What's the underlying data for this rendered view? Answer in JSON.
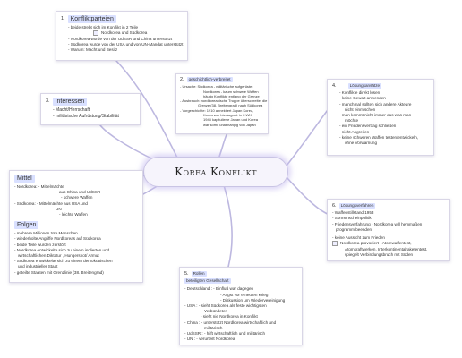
{
  "center_title": "Korea Konflikt",
  "colors": {
    "highlight": "#d9e0ff",
    "connector": "#bdb8e0",
    "glow": "#c9c4e4"
  },
  "konfliktparteien": {
    "number": "1.",
    "title": "Konfliktparteien",
    "lines": [
      "- beide strebt sich im Konflikt in 2 Teile",
      "Nordkorea und Südkorea",
      "- Nordkorea wurde von der UdSSR und China unterstützt",
      "- Südkorea wurde von der USA und von UN-Mandat unterstützt",
      "- Warum: Macht und Besitz"
    ]
  },
  "geschichte": {
    "number": "2.",
    "title": "geschichtlich-verbreitet",
    "lines": [
      "- Ursache: Südkorea - militärische aufgerüstet",
      "Nordkorea - kaum schwere Waffen",
      "häufig Konflikte entlang der Grenze",
      "- Ausbrauch: nordkoreanische Truppe überschreitet die",
      "Grenze (38. Breitengrad) nach Südkorea",
      "- Vorgeschichte: 1910 annektiert Japan Korea,",
      "Korea war bis August. in 2.WK",
      "1945 kapitulierte Japan und Korea",
      "war somit unabhängig von Japan"
    ]
  },
  "interessen": {
    "number": "3.",
    "title": "Interessen",
    "lines": [
      "- Macht/Herrschaft",
      "- militärische Aufrüstung/Stabilität"
    ]
  },
  "mittel": {
    "title": "Mittel",
    "lines": [
      "- Nordkorea: - Mittelmächte",
      "aus China und UdSSR",
      "- schwere Waffen",
      "- Südkorea: - Mittelmächte aus USA und",
      "UN",
      "- leichte Waffen"
    ]
  },
  "folgen": {
    "title": "Folgen",
    "lines": [
      "- mehrere Millionen tote Menschen",
      "- wiederholte Angriffe Nordkoreas auf Südkorea",
      "- beide Teile wurden zerstört",
      "- Nordkorea entwickelte sich zu einem isolierten und",
      "wirtschaftlichen Diktatur , Hungersnot/ Armut",
      "- Südkorea entwickelte sich zu einem demokratischen",
      "und industrieller Staat",
      "- geteilte Staaten mit Grenzlinie (38. Breitengrad)"
    ]
  },
  "rollen": {
    "number": "5.",
    "title": "Rollen",
    "subtitle": "beteiligten Gesellschaft",
    "lines": [
      "- Deutschland : - Einfluß war dagegen",
      "- Angst vor erneuten Krieg",
      "- Diskussion um Wiedervereinigung",
      "- USA : - sieht Südkorea als feste wichtigsten",
      "Verbündeten",
      "- sieht nie Nordkorea in Konflikt",
      "- China : - unterstützt Nordkorea wirtschaftlich und",
      "militärisch",
      "- UdSSR : - hilft wirtschaftlich und militärisch",
      "- UN : - verurteilt Nordkorea"
    ]
  },
  "loesungsansaetze": {
    "number": "4.",
    "title": "Lösungsansätze",
    "lines": [
      "- Konflikte direkt lösen",
      "- keine Gewalt anwenden",
      "- manchmal sollten sich andere Akteure",
      "nicht einmischen",
      "- man kommt nicht immer das was man",
      "möchte",
      "- ein Friedensvertrag schließen",
      "- nicht Angreifen",
      "- keine schweren Waffen testen/entwickeln,",
      "ohne Vorwarnung"
    ]
  },
  "loesungsverfahren": {
    "number": "6.",
    "title": "Lösungsverfahren",
    "lines": [
      "- Waffenstillstand 1953",
      "- Sonnenscheinpolitik",
      "- Friedensverfahrung - Nordkorea will hemmaßen",
      "programm beenden",
      "",
      "- keine Aussicht zum Frieden",
      "Nordkorea provoziert - Atomwaffentest,",
      "Atomkraftwerken, Interkontinentalraketentest,",
      "spiegelt Verbindungsbruch mit Süden"
    ]
  }
}
